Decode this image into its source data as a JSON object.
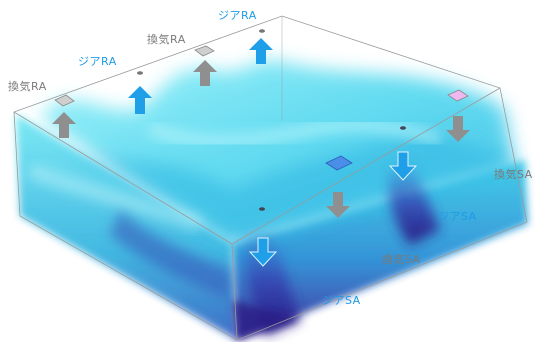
{
  "diagram": {
    "labels": [
      {
        "id": "label-exhaust-ra-left",
        "text": "換気RA",
        "kind": "exhaust"
      },
      {
        "id": "label-jia-ra-left",
        "text": "ジアRA",
        "kind": "supply"
      },
      {
        "id": "label-exhaust-ra-top",
        "text": "換気RA",
        "kind": "exhaust"
      },
      {
        "id": "label-jia-ra-top",
        "text": "ジアRA",
        "kind": "supply"
      },
      {
        "id": "label-exhaust-sa-right",
        "text": "換気SA",
        "kind": "exhaust"
      },
      {
        "id": "label-jia-sa-right",
        "text": "ジアSA",
        "kind": "supply"
      },
      {
        "id": "label-exhaust-sa-bottom",
        "text": "換気SA",
        "kind": "exhaust"
      },
      {
        "id": "label-jia-sa-bottom",
        "text": "ジアSA",
        "kind": "supply"
      }
    ],
    "colors": {
      "exhaust_arrow": "#8f8f8f",
      "supply_arrow": "#1e9fe8",
      "airflow_light": "#55e3f2",
      "airflow_mid": "#1fb4dd",
      "airflow_deep": "#3a1f8c",
      "room_edge": "#9a9a9a"
    }
  }
}
